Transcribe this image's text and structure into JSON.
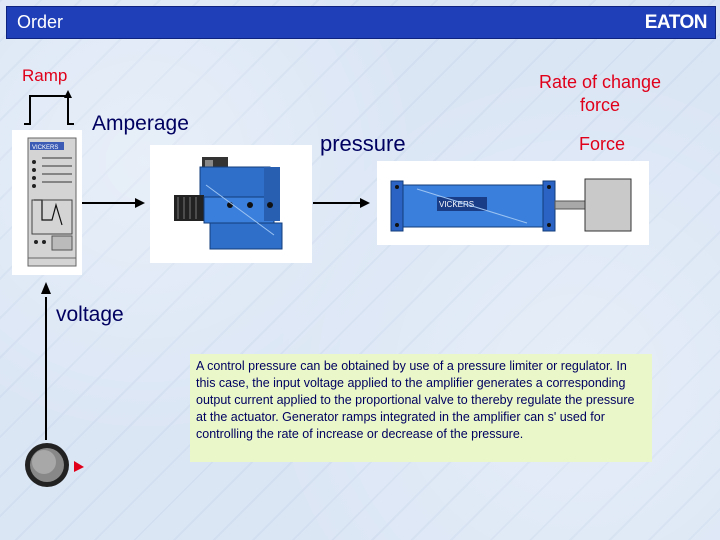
{
  "header": {
    "title": "Order",
    "logo_text": "EATON"
  },
  "diagram": {
    "ramp_label": "Ramp",
    "amperage_label": "Amperage",
    "pressure_label": "pressure",
    "rate_label": "Rate of change force",
    "force_label": "Force",
    "voltage_label": "voltage",
    "amplifier_brand": "VICKERS",
    "cylinder_brand": "VICKERS"
  },
  "description": "A control pressure can be obtained by use of a pressure limiter or regulator. In this case, the input voltage applied to the amplifier generates a corresponding output current applied to the proportional valve to thereby regulate the pressure at the actuator. Generator ramps integrated in the amplifier can s' used for controlling the rate of increase or decrease of the pressure.",
  "colors": {
    "header_bg": "#1f3fb8",
    "accent_red": "#e0001a",
    "text_navy": "#000060",
    "note_bg": "#e9f7c9"
  }
}
